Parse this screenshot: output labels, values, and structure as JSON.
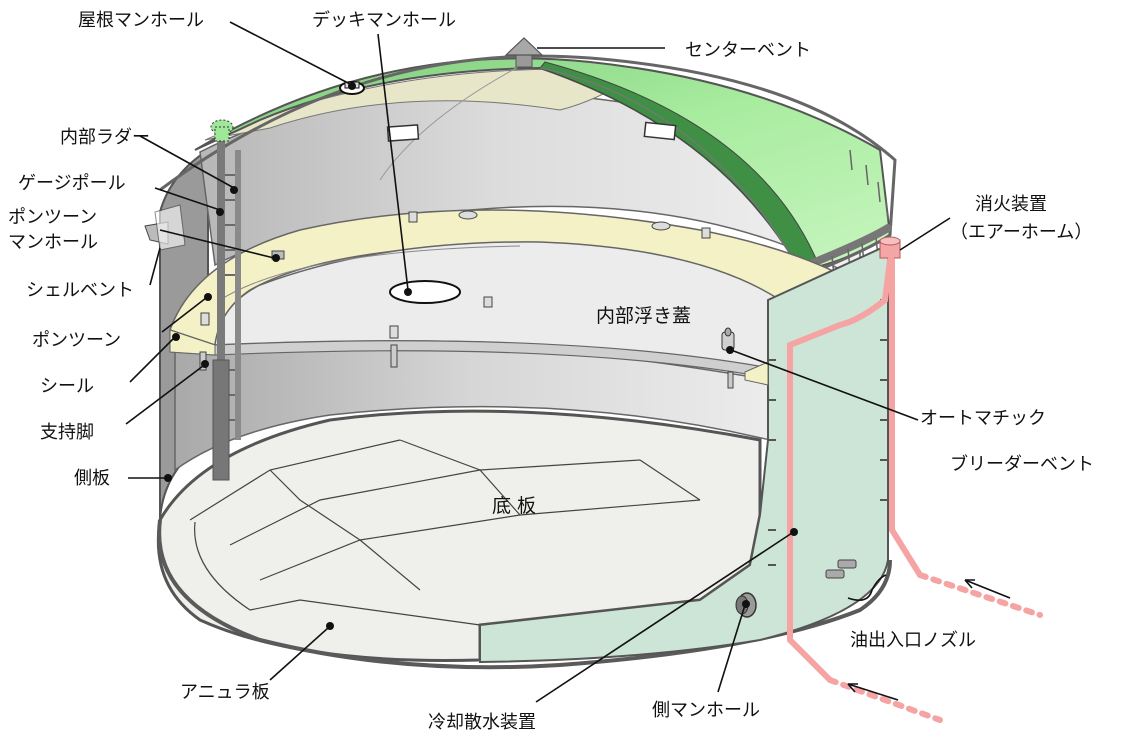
{
  "labels": {
    "roof_manhole": "屋根マンホール",
    "deck_manhole": "デッキマンホール",
    "center_vent": "センターベント",
    "internal_ladder": "内部ラダー",
    "gauge_pole": "ゲージポール",
    "pontoon_manhole_1": "ポンツーン",
    "pontoon_manhole_2": "マンホール",
    "shell_vent": "シェルベント",
    "pontoon": "ポンツーン",
    "seal": "シール",
    "support_leg": "支持脚",
    "side_plate": "側板",
    "fire_extinguisher_1": "消火装置",
    "fire_extinguisher_2": "（エアーホーム）",
    "internal_floating_lid": "内部浮き蓋",
    "automatic": "オートマチック",
    "breather_vent": "ブリーダーベント",
    "bottom_plate": "底 板",
    "oil_nozzle": "油出入口ノズル",
    "annular_plate": "アニュラ板",
    "cooling_sprinkler": "冷却散水装置",
    "side_manhole": "側マンホール"
  },
  "colors": {
    "roof_green": "#9fe89a",
    "roof_inner": "#e9e6c9",
    "wall_gray": "#cfcfcf",
    "shell_mint": "#cfe8da",
    "floor": "#eeeeea",
    "pontoon_yellow": "#f4f2c6",
    "pipe_pink": "#f7a3a3",
    "outline": "#5a5a5a"
  }
}
